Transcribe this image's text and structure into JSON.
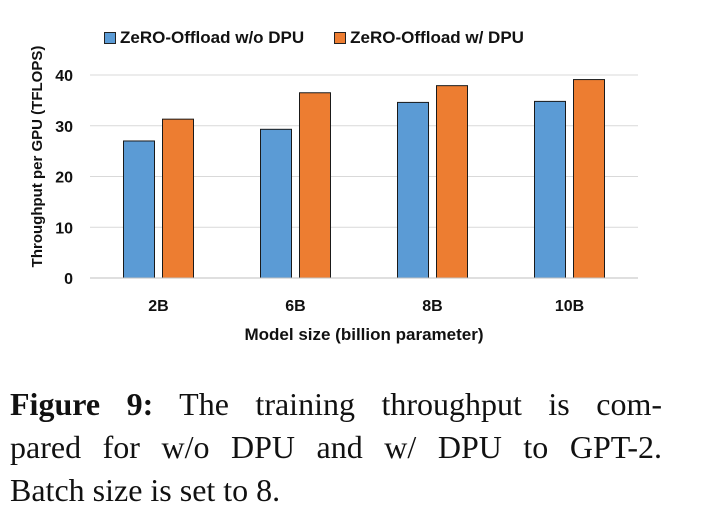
{
  "chart_data": {
    "type": "bar",
    "categories": [
      "2B",
      "6B",
      "8B",
      "10B"
    ],
    "series": [
      {
        "name": "ZeRO-Offload w/o DPU",
        "values": [
          27.0,
          29.3,
          34.6,
          34.8
        ],
        "color": "#5b9bd5"
      },
      {
        "name": "ZeRO-Offload w/ DPU",
        "values": [
          31.3,
          36.5,
          37.9,
          39.1
        ],
        "color": "#ed7d31"
      }
    ],
    "xlabel": "Model size (billion parameter)",
    "ylabel": "Throughput per GPU (TFLOPS)",
    "ylim": [
      0,
      40
    ],
    "yticks": [
      0,
      10,
      20,
      30,
      40
    ],
    "grid": true,
    "legend_position": "top"
  },
  "caption": {
    "label": "Figure 9:",
    "line1": "The training throughput is com-",
    "line2": "pared for w/o DPU and w/ DPU to GPT-2.",
    "line3": "Batch size is set to 8."
  }
}
